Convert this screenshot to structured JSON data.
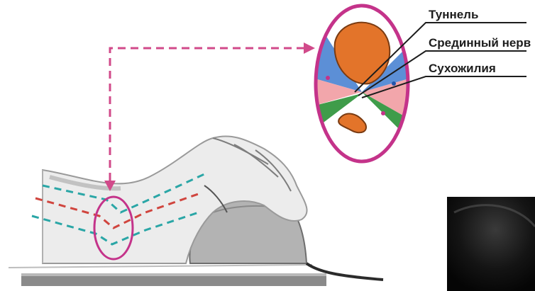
{
  "labels": {
    "tunnel": "Туннель",
    "median_nerve": "Срединный нерв",
    "tendons": "Сухожилия"
  },
  "icons": {
    "hand": "hand-on-mouse-illustration",
    "mouse": "computer-mouse-icon",
    "wrist_marker": "wrist-circle-marker",
    "cross_section": "carpal-tunnel-cross-section",
    "thumbnail": "dark-video-thumbnail"
  },
  "colors": {
    "magenta": "#c4338a",
    "pink_dash": "#d14a8a",
    "teal_dash": "#2aa6a6",
    "red_dash": "#d0453e",
    "bone_orange": "#e3742a",
    "tissue_pink": "#f2a6ab",
    "tissue_blue": "#5c8fd6",
    "tissue_green": "#3f9c4a",
    "hand_gray": "#8f8f8f",
    "mouse_gray": "#a7a7a7",
    "base_gray": "#7b7b7b",
    "thumb_dark": "#141414"
  }
}
